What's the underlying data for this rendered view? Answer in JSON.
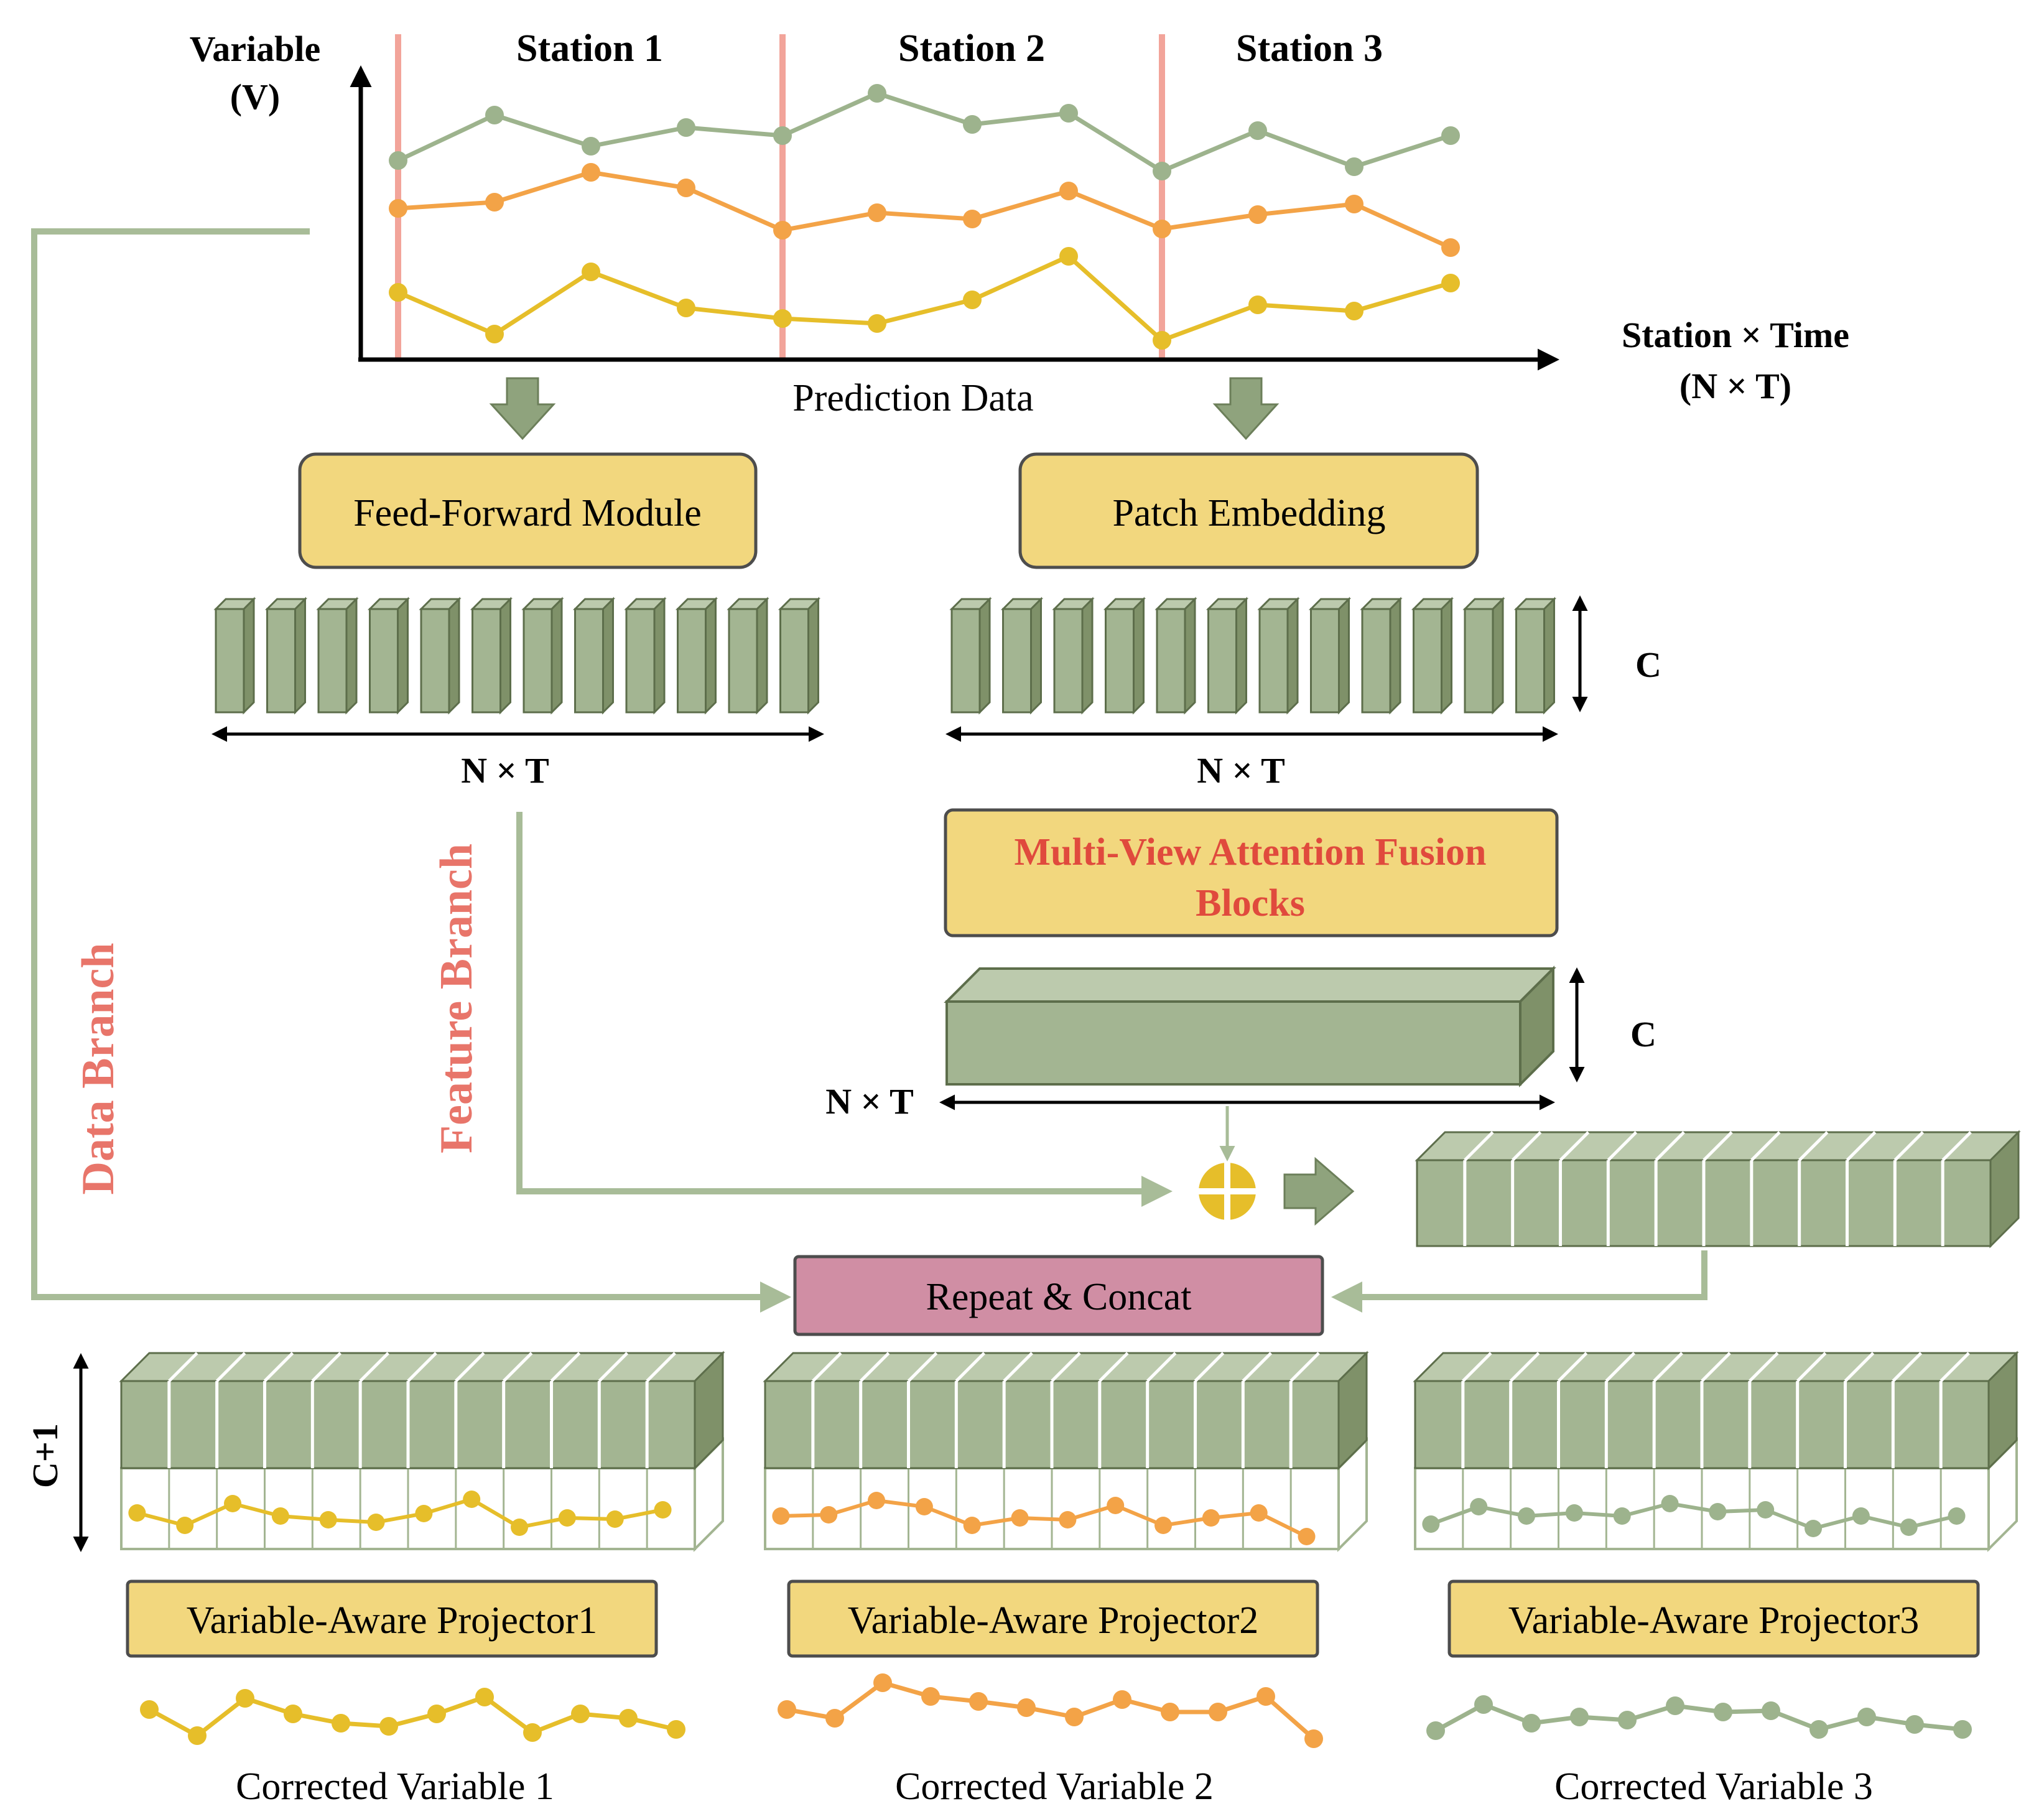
{
  "top_chart": {
    "y_label_line1": "Variable",
    "y_label_line2": "(V)",
    "x_label_line1": "Station × Time",
    "x_label_line2": "(N × T)",
    "caption": "Prediction Data",
    "stations": [
      "Station 1",
      "Station 2",
      "Station 3"
    ]
  },
  "modules": {
    "feed_forward": "Feed-Forward Module",
    "patch_embedding": "Patch Embedding",
    "attention_line1": "Multi-View Attention Fusion",
    "attention_line2": "Blocks",
    "repeat_concat": "Repeat & Concat"
  },
  "dims": {
    "nt": "N × T",
    "c": "C",
    "c_plus_1": "C+1"
  },
  "branches": {
    "data": "Data Branch",
    "feature": "Feature Branch"
  },
  "projectors": [
    "Variable-Aware Projector1",
    "Variable-Aware Projector2",
    "Variable-Aware Projector3"
  ],
  "outputs": [
    "Corrected Variable 1",
    "Corrected Variable 2",
    "Corrected Variable 3"
  ],
  "colors": {
    "green_series": "#9db38d",
    "orange_series": "#f3a347",
    "yellow_series": "#e6be2a",
    "block_front": "#a3b592",
    "block_top": "#bccaad",
    "block_side": "#7f9169",
    "block_stroke": "#5d6e4b",
    "module_fill": "#f2d77e",
    "concat_fill": "#d08ea4",
    "station_line": "#f2a49a",
    "branch_label": "#e8756a",
    "attention_text": "#e04a3d",
    "connector": "#a8bc98"
  }
}
